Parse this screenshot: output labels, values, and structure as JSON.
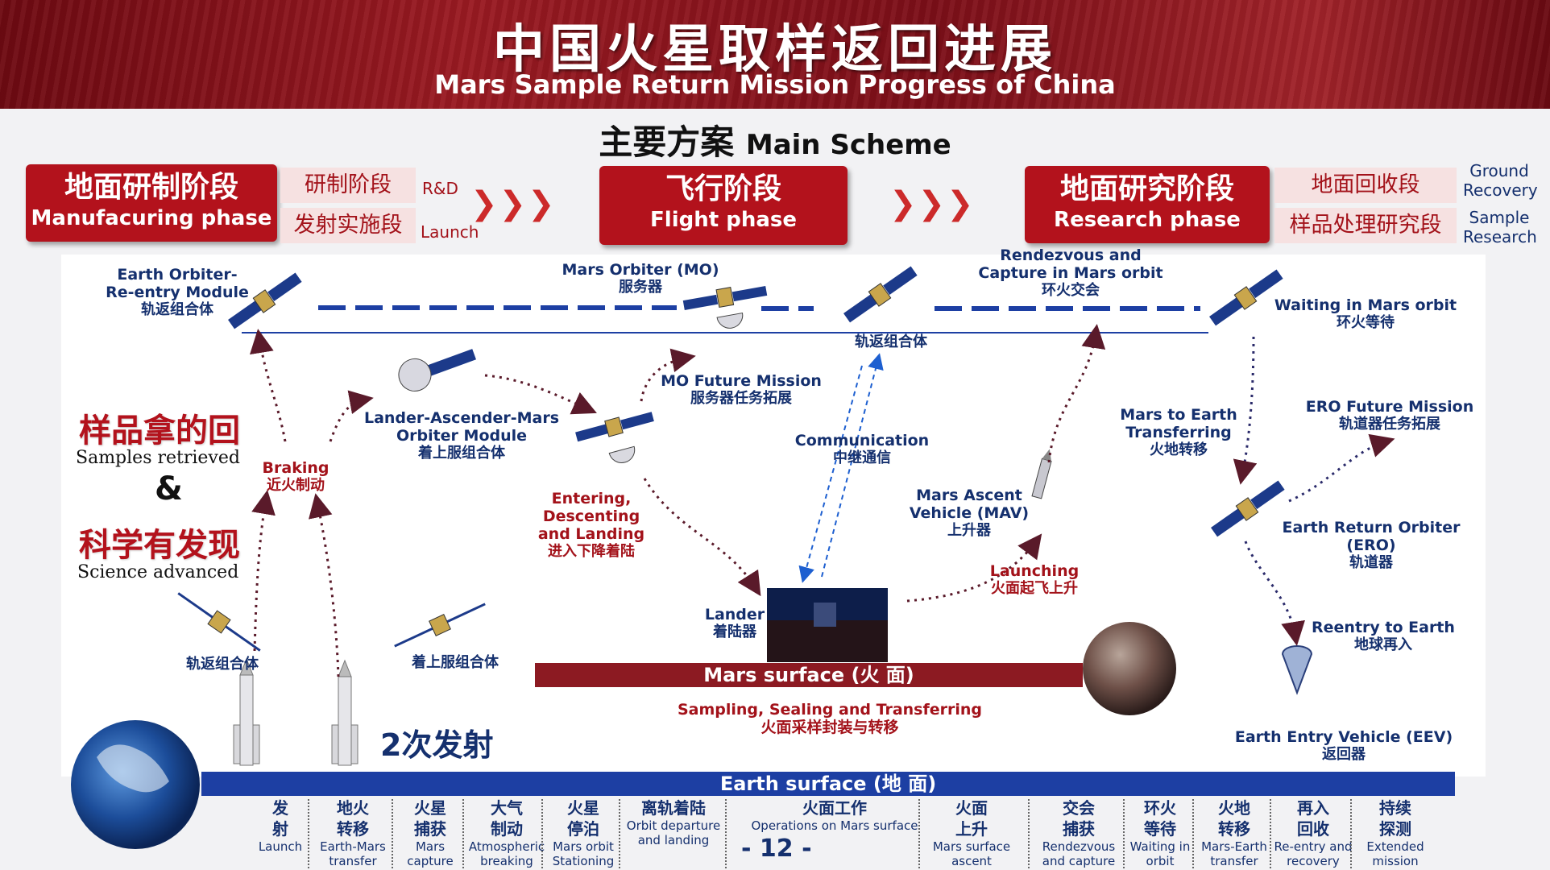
{
  "header": {
    "title_zh": "中国火星取样返回进展",
    "title_en": "Mars Sample Return Mission Progress of China"
  },
  "scheme": {
    "zh": "主要方案",
    "en": "Main Scheme"
  },
  "phases": {
    "manufacturing": {
      "zh": "地面研制阶段",
      "en": "Manufacuring phase",
      "sub1": "研制阶段",
      "sub1_en": "R&D",
      "sub2": "发射实施段",
      "sub2_en": "Launch"
    },
    "flight": {
      "zh": "飞行阶段",
      "en": "Flight phase"
    },
    "research": {
      "zh": "地面研究阶段",
      "en": "Research phase",
      "sub1": "地面回收段",
      "sub1_en": "Ground Recovery",
      "sub2": "样品处理研究段",
      "sub2_en": "Sample Research"
    },
    "arrows": "❯❯❯"
  },
  "labels": {
    "earth_orbiter": {
      "en": "Earth Orbiter-Re-entry Module",
      "zh": "轨返组合体"
    },
    "mars_orbiter": {
      "en": "Mars Orbiter (MO)",
      "zh": "服务器"
    },
    "rendezvous": {
      "en": "Rendezvous and Capture in Mars orbit",
      "zh": "环火交会"
    },
    "waiting": {
      "en": "Waiting in Mars orbit",
      "zh": "环火等待"
    },
    "orbit_return_combo": {
      "zh": "轨返组合体"
    },
    "lander_ascender": {
      "en": "Lander-Ascender-Mars Orbiter Module",
      "zh": "着上服组合体"
    },
    "mo_future": {
      "en": "MO Future Mission",
      "zh": "服务器任务拓展"
    },
    "communication": {
      "en": "Communication",
      "zh": "中继通信"
    },
    "mars_to_earth": {
      "en": "Mars to Earth Transferring",
      "zh": "火地转移"
    },
    "ero_future": {
      "en": "ERO Future Mission",
      "zh": "轨道器任务拓展"
    },
    "braking": {
      "en": "Braking",
      "zh": "近火制动"
    },
    "edl": {
      "en": "Entering, Descenting and Landing",
      "zh": "进入下降着陆"
    },
    "mav": {
      "en": "Mars Ascent Vehicle (MAV)",
      "zh": "上升器"
    },
    "ero": {
      "en": "Earth Return Orbiter (ERO)",
      "zh": "轨道器"
    },
    "launching": {
      "en": "Launching",
      "zh": "火面起飞上升"
    },
    "lander": {
      "en": "Lander",
      "zh": "着陆器"
    },
    "reentry": {
      "en": "Reentry to Earth",
      "zh": "地球再入"
    },
    "eev": {
      "en": "Earth Entry Vehicle (EEV)",
      "zh": "返回器"
    },
    "left_combo": {
      "zh": "轨返组合体"
    },
    "left_lander_combo": {
      "zh": "着上服组合体"
    }
  },
  "samples": {
    "zh1": "样品拿的回",
    "en1": "Samples retrieved",
    "amp": "&",
    "zh2": "科学有发现",
    "en2": "Science advanced"
  },
  "two_launches": "2次发射",
  "mars_surface": "Mars surface (火  面)",
  "sampling": {
    "en": "Sampling, Sealing and Transferring",
    "zh": "火面采样封装与转移"
  },
  "earth_surface": "Earth surface (地 面)",
  "page_number": "- 12 -",
  "steps": [
    {
      "zh": "发\n射",
      "en": "Launch"
    },
    {
      "zh": "地火\n转移",
      "en": "Earth-Mars transfer"
    },
    {
      "zh": "火星\n捕获",
      "en": "Mars capture"
    },
    {
      "zh": "大气\n制动",
      "en": "Atmospheric breaking"
    },
    {
      "zh": "火星\n停泊",
      "en": "Mars orbit Stationing"
    },
    {
      "zh": "离轨着陆",
      "en": "Orbit departure and landing"
    },
    {
      "zh": "火面工作",
      "en": "Operations on Mars surface"
    },
    {
      "zh": "火面\n上升",
      "en": "Mars surface ascent"
    },
    {
      "zh": "交会\n捕获",
      "en": "Rendezvous and capture"
    },
    {
      "zh": "环火\n等待",
      "en": "Waiting in orbit"
    },
    {
      "zh": "火地\n转移",
      "en": "Mars-Earth transfer"
    },
    {
      "zh": "再入\n回收",
      "en": "Re-entry and recovery"
    },
    {
      "zh": "持续\n探测",
      "en": "Extended mission"
    }
  ],
  "colors": {
    "accent_red": "#b3121c",
    "navy": "#15306e",
    "earth_blue": "#1d3fa3",
    "mars_dark": "#8c1a22"
  }
}
